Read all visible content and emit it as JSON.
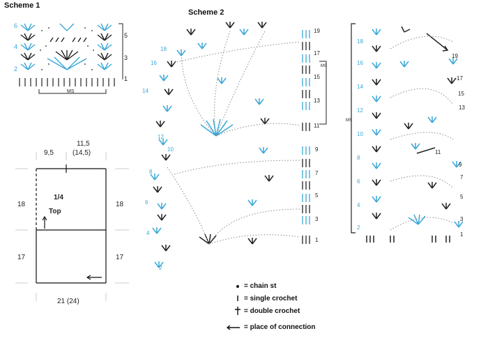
{
  "scheme1": {
    "title": "Scheme 1",
    "rows_left": [
      "6",
      "4",
      "2"
    ],
    "rows_right": [
      "5",
      "3",
      "1"
    ],
    "repeat_label": "MS"
  },
  "scheme2": {
    "title": "Scheme 2",
    "left_rows": [
      "18",
      "16",
      "14",
      "12",
      "10",
      "8",
      "6",
      "4",
      "2"
    ],
    "center_rows": [
      "19",
      "17",
      "15",
      "13",
      "11",
      "9",
      "7",
      "5",
      "3",
      "1"
    ],
    "repeat_label": "MS",
    "right_rows": [
      "18",
      "16",
      "14",
      "12",
      "10",
      "8",
      "6",
      "4",
      "2"
    ],
    "right_arrow_rows": [
      "19",
      "17",
      "15",
      "13",
      "11",
      "9",
      "7",
      "5",
      "3",
      "1"
    ],
    "right_repeat_label": "MS"
  },
  "schematic": {
    "top_left": "9,5",
    "top_right_a": "11,5",
    "top_right_b": "(14,5)",
    "left_upper": "18",
    "left_lower": "17",
    "right_upper": "18",
    "right_lower": "17",
    "fraction": "1/4",
    "part": "Top",
    "bottom": "21 (24)"
  },
  "legend": [
    {
      "symbol": "•",
      "text": "= chain st",
      "icon": "dot-icon"
    },
    {
      "symbol": "ǀ",
      "text": "= single crochet",
      "icon": "single-crochet-icon"
    },
    {
      "symbol": "†",
      "text": "= double crochet",
      "icon": "double-crochet-icon"
    },
    {
      "symbol": "←",
      "text": "= place of connection",
      "icon": "arrow-left-icon"
    }
  ],
  "colors": {
    "blue": "#3aa7d6",
    "black": "#222222",
    "grid": "#cccccc"
  }
}
